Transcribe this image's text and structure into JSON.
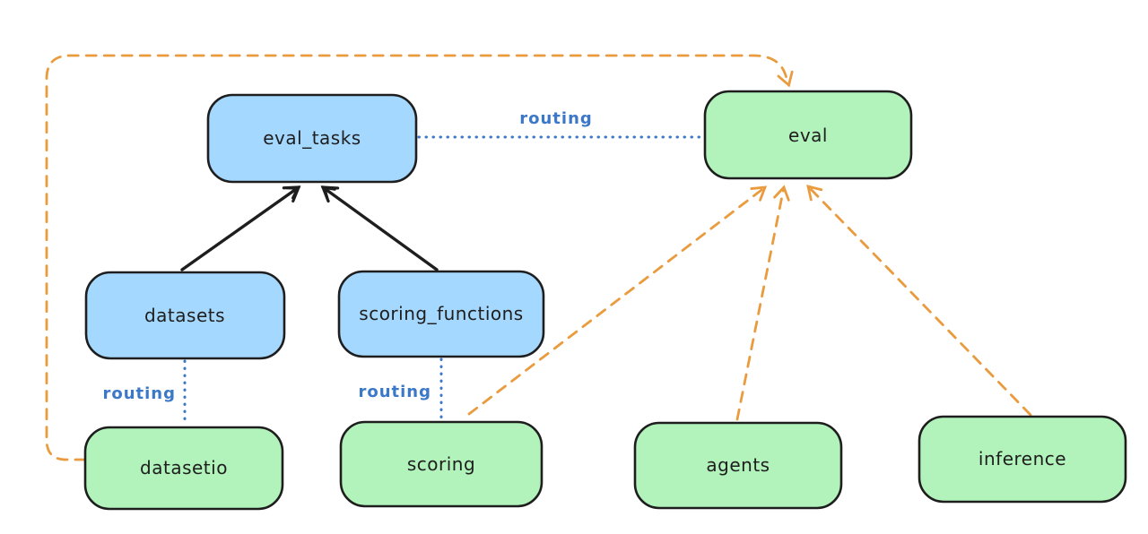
{
  "colors": {
    "background": "#ffffff",
    "ink": "#1e1e1e",
    "node-blue": "#a5d8ff",
    "node-green": "#b2f2bb",
    "routing-blue": "#3b78c8",
    "provider-orange": "#e99b3e"
  },
  "nodes": {
    "eval_tasks": {
      "label": "eval_tasks",
      "kind": "registry"
    },
    "eval": {
      "label": "eval",
      "kind": "api"
    },
    "datasets": {
      "label": "datasets",
      "kind": "registry"
    },
    "scoring_functions": {
      "label": "scoring_functions",
      "kind": "registry"
    },
    "datasetio": {
      "label": "datasetio",
      "kind": "api"
    },
    "scoring": {
      "label": "scoring",
      "kind": "api"
    },
    "agents": {
      "label": "agents",
      "kind": "api"
    },
    "inference": {
      "label": "inference",
      "kind": "api"
    }
  },
  "edges": [
    {
      "from": "datasets",
      "to": "eval_tasks",
      "style": "solid-arrow",
      "label": ""
    },
    {
      "from": "scoring_functions",
      "to": "eval_tasks",
      "style": "solid-arrow",
      "label": ""
    },
    {
      "from": "eval_tasks",
      "to": "eval",
      "style": "dotted",
      "label": "routing"
    },
    {
      "from": "datasets",
      "to": "datasetio",
      "style": "dotted",
      "label": "routing"
    },
    {
      "from": "scoring_functions",
      "to": "scoring",
      "style": "dotted",
      "label": "routing"
    },
    {
      "from": "datasetio",
      "to": "eval",
      "style": "dashed-arrow",
      "label": ""
    },
    {
      "from": "scoring",
      "to": "eval",
      "style": "dashed-arrow",
      "label": ""
    },
    {
      "from": "agents",
      "to": "eval",
      "style": "dashed-arrow",
      "label": ""
    },
    {
      "from": "inference",
      "to": "eval",
      "style": "dashed-arrow",
      "label": ""
    }
  ]
}
